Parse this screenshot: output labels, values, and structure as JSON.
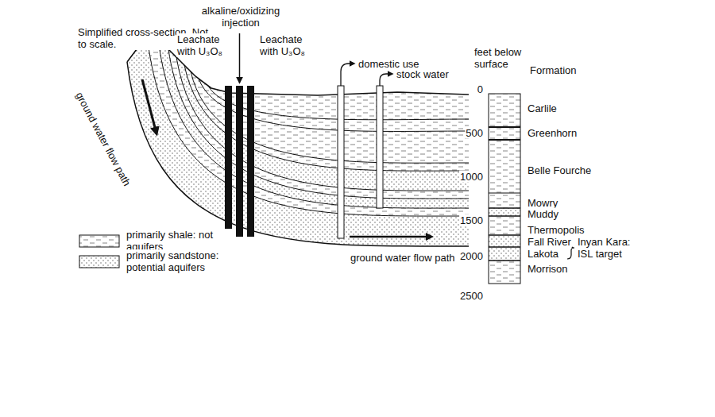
{
  "diagram": {
    "labels": [
      "Simplified cross-section. Not to scale.",
      "alkaline/oxidizing injection",
      "Leachate with U₃O₈",
      "Leachate with U₃O₈",
      "domestic use",
      "stock water",
      "feet below surface",
      "Formation",
      "0",
      "500",
      "1000",
      "1500",
      "2000",
      "2500",
      "Carlile",
      "Greenhorn",
      "Belle Fourche",
      "Mowry",
      "Muddy",
      "Thermopolis",
      "Fall River",
      "Lakota",
      "Morrison",
      "Inyan Kara: ISL target",
      "ground water flow path",
      "ground water flow path"
    ],
    "legend": [
      {
        "text": "primarily shale: not aquifers"
      },
      {
        "text": "primarily sandstone: potential aquifers"
      }
    ]
  }
}
